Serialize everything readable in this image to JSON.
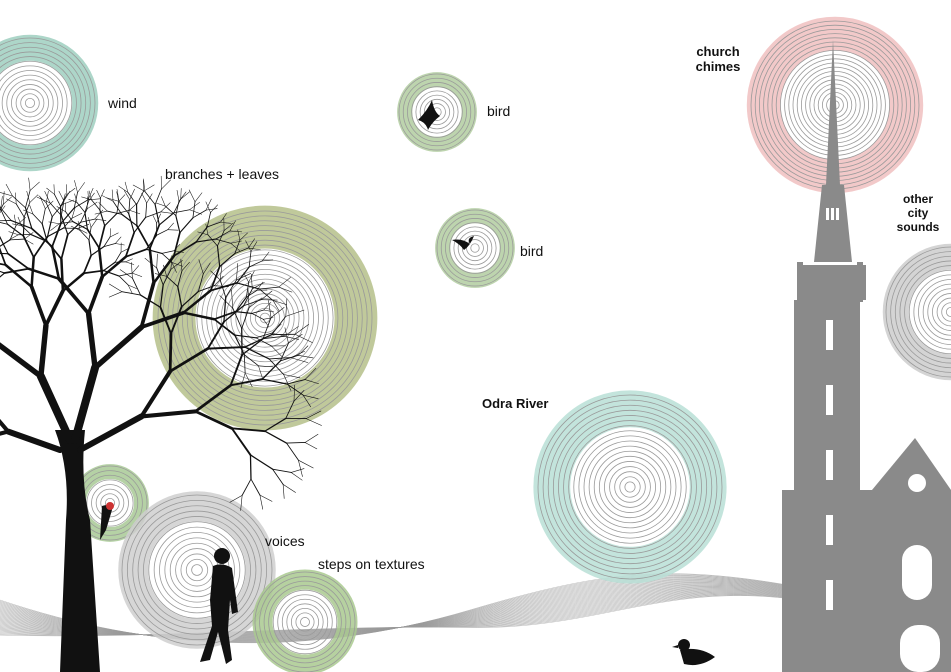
{
  "labels": {
    "wind": "wind",
    "branches": "branches + leaves",
    "bird1": "bird",
    "bird2": "bird",
    "church_1": "church",
    "church_2": "chimes",
    "other_1": "other",
    "other_2": "city",
    "other_3": "sounds",
    "odra": "Odra River",
    "voices": "voices",
    "steps": "steps on  textures"
  },
  "colors": {
    "wind": "#9fcfc0",
    "bird": "#b2cca0",
    "branches": "#b5c08a",
    "church": "#f0c0c0",
    "city": "#cccccc",
    "odra": "#b9dfd6",
    "woodpecker": "#a8c995",
    "voices": "#cfcfcf",
    "steps": "#a9c98f",
    "silhouette": "#8a8a8a",
    "ink": "#111111"
  }
}
